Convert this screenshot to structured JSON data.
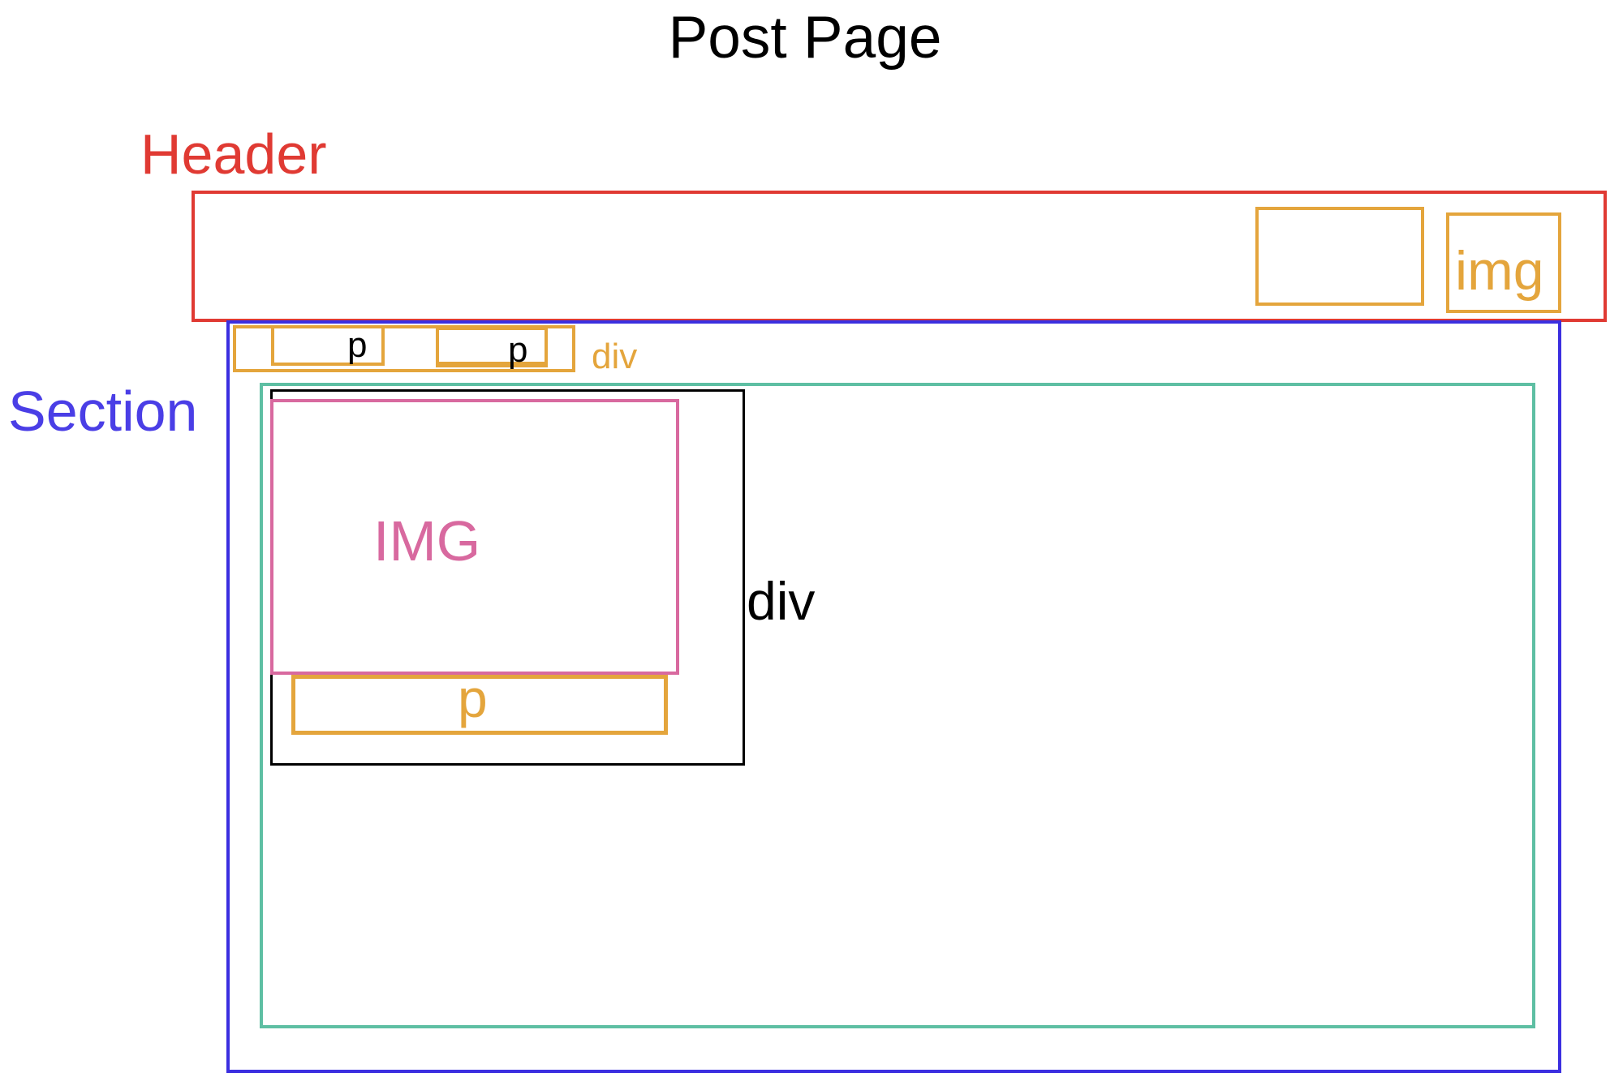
{
  "title": "Post Page",
  "header": {
    "label": "Header",
    "img_label": "img"
  },
  "section": {
    "label": "Section",
    "top_div": {
      "label": "div",
      "p1_label": "p",
      "p2_label": "p"
    },
    "content_div": {
      "label": "div",
      "img_label": "IMG",
      "p_label": "p"
    }
  },
  "colors": {
    "header": "#e03a33",
    "section": "#3b2fe0",
    "element": "#e4a53c",
    "container": "#5ebfa3",
    "image": "#d8699f",
    "div": "#000000"
  }
}
